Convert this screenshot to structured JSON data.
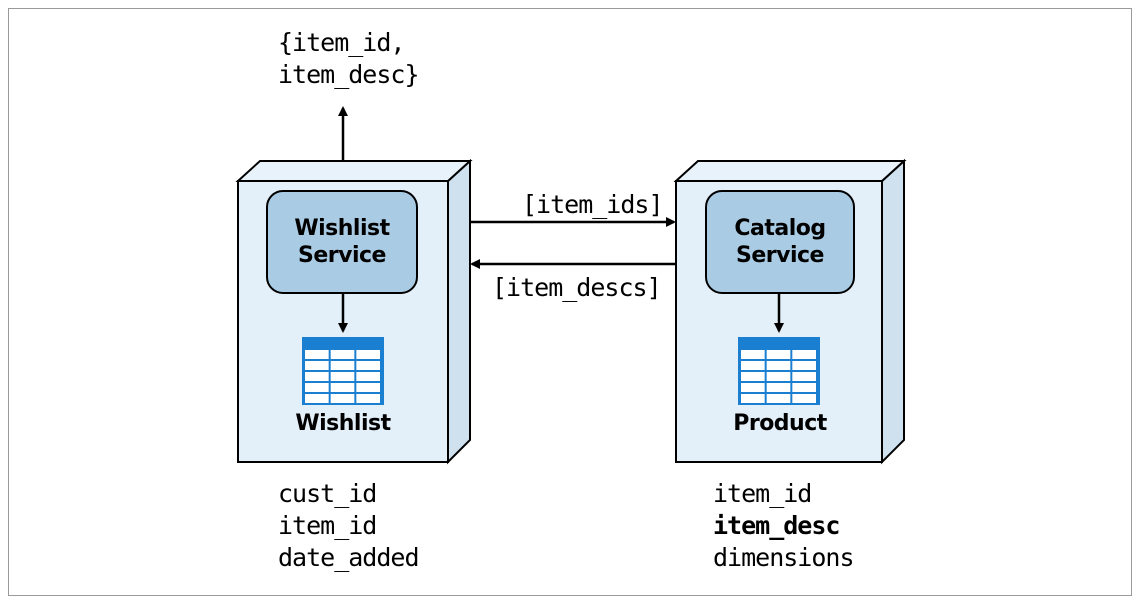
{
  "top_output": {
    "line1": "{item_id,",
    "line2": "item_desc}"
  },
  "wishlist": {
    "service_line1": "Wishlist",
    "service_line2": "Service",
    "table_label": "Wishlist",
    "fields": [
      "cust_id",
      "item_id",
      "date_added"
    ]
  },
  "catalog": {
    "service_line1": "Catalog",
    "service_line2": "Service",
    "table_label": "Product",
    "fields": [
      "item_id",
      "item_desc",
      "dimensions"
    ],
    "bold_field": "item_desc"
  },
  "arrows": {
    "request_label": "[item_ids]",
    "response_label": "[item_descs]"
  },
  "colors": {
    "box_fill": "#e3eff9",
    "box_side": "#cfe0ef",
    "service_fill": "#a9cbe3",
    "table_blue": "#1a7fd1",
    "table_cell": "#ffffff",
    "stroke": "#000000"
  }
}
